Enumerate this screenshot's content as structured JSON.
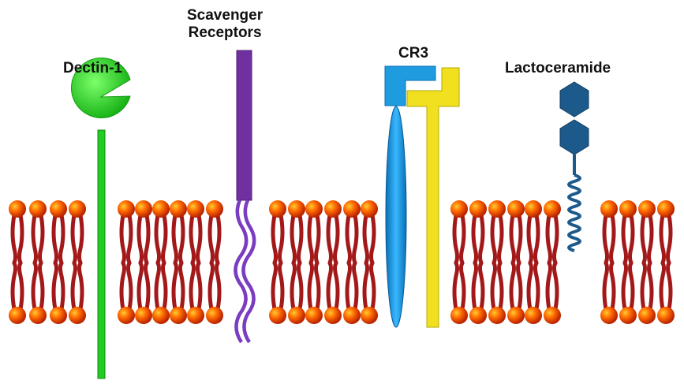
{
  "receptors": {
    "dectin": {
      "label": "Dectin-1",
      "color": "#22cc22"
    },
    "scavenger": {
      "label_line1": "Scavenger",
      "label_line2": "Receptors",
      "color": "#7030a0"
    },
    "cr3": {
      "label": "CR3",
      "color_a": "#1f9be0",
      "color_b": "#f0e020"
    },
    "lacto": {
      "label": "Lactoceramide",
      "color": "#1d5a8c"
    }
  },
  "membrane": {
    "head_color": "#dd3300",
    "tail_color": "#a31818"
  }
}
